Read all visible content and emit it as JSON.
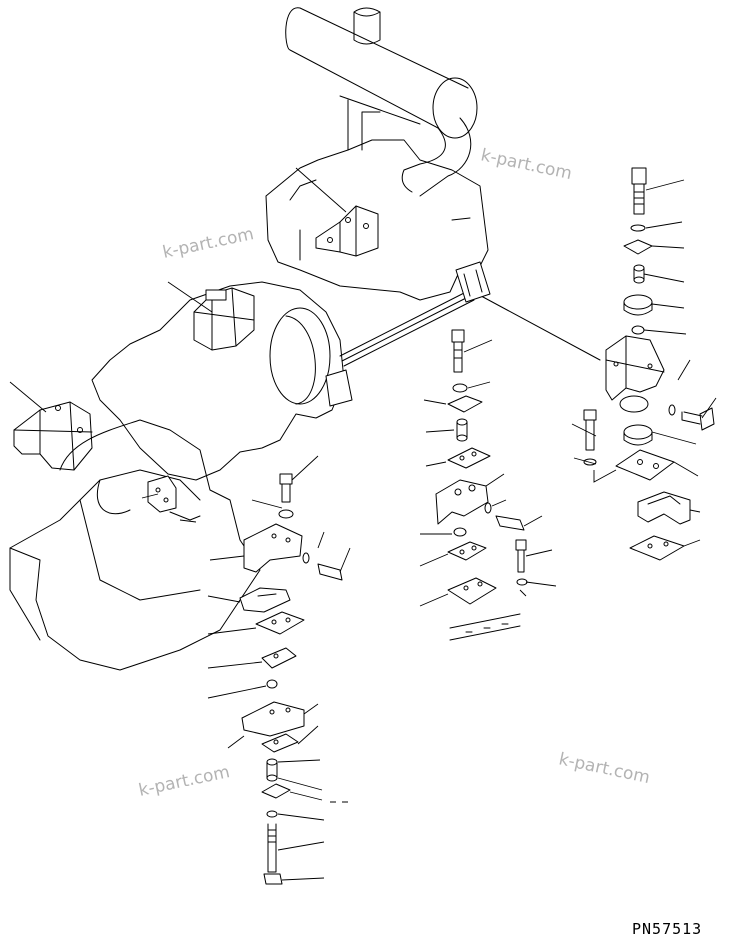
{
  "drawing": {
    "part_code": "PN57513",
    "watermarks": [
      "k-part.com",
      "k-part.com",
      "k-part.com",
      "k-part.com"
    ]
  }
}
